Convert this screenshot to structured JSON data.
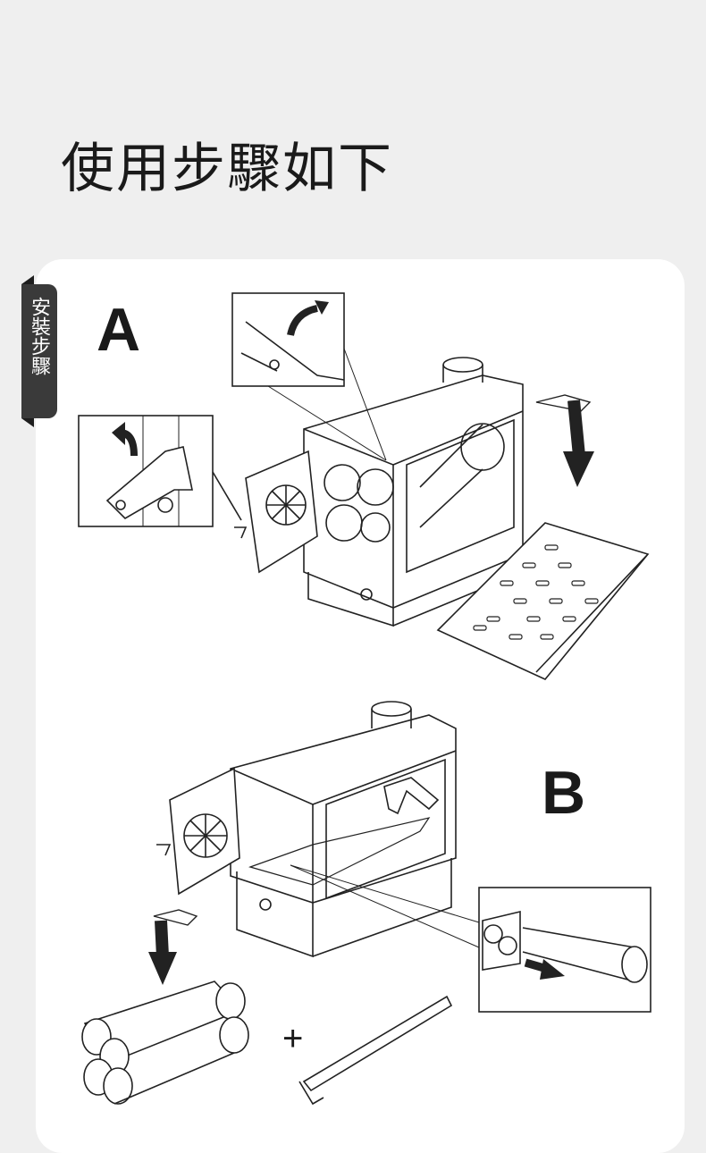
{
  "page": {
    "title": "使用步驟如下"
  },
  "side_tab": {
    "label": "安裝步驟"
  },
  "steps": {
    "a_label": "A",
    "b_label": "B"
  },
  "plus_sign": "+",
  "icons": [
    "arrow-curved-icon",
    "arrow-down-icon",
    "arrow-right-icon"
  ]
}
